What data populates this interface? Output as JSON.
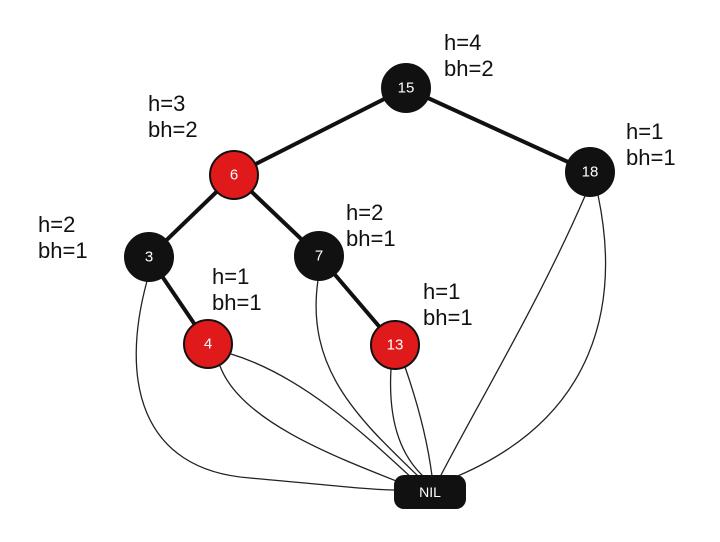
{
  "colors": {
    "black_node": "#111111",
    "red_node": "#e0191b",
    "node_outline": "#111111",
    "node_text": "#ffffff",
    "annotation_text": "#111111"
  },
  "nodes": [
    {
      "id": "n15",
      "key": "15",
      "color": "black",
      "h": "h=4",
      "bh": "bh=2"
    },
    {
      "id": "n6",
      "key": "6",
      "color": "red",
      "h": "h=3",
      "bh": "bh=2"
    },
    {
      "id": "n18",
      "key": "18",
      "color": "black",
      "h": "h=1",
      "bh": "bh=1"
    },
    {
      "id": "n3",
      "key": "3",
      "color": "black",
      "h": "h=2",
      "bh": "bh=1"
    },
    {
      "id": "n7",
      "key": "7",
      "color": "black",
      "h": "h=2",
      "bh": "bh=1"
    },
    {
      "id": "n4",
      "key": "4",
      "color": "red",
      "h": "h=1",
      "bh": "bh=1"
    },
    {
      "id": "n13",
      "key": "13",
      "color": "red",
      "h": "h=1",
      "bh": "bh=1"
    }
  ],
  "edges": [
    {
      "from": "n15",
      "to": "n6"
    },
    {
      "from": "n15",
      "to": "n18"
    },
    {
      "from": "n6",
      "to": "n3"
    },
    {
      "from": "n6",
      "to": "n7"
    },
    {
      "from": "n3",
      "to": "n4"
    },
    {
      "from": "n7",
      "to": "n13"
    }
  ],
  "nil": {
    "label": "NIL"
  },
  "nil_links": [
    "n3",
    "n4",
    "n4",
    "n7",
    "n13",
    "n13",
    "n18",
    "n18"
  ]
}
